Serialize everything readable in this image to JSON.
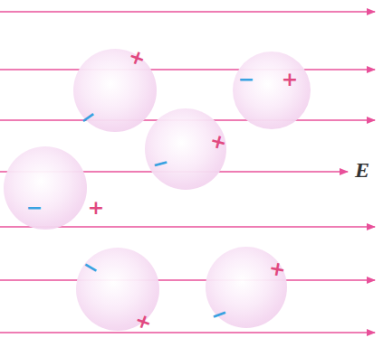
{
  "diagram": {
    "nodes": [
      {
        "text": [
          "−",
          "+"
        ]
      },
      {
        "text": [
          "−",
          "+"
        ]
      },
      {
        "text": [
          "−",
          "+"
        ]
      },
      {
        "text": [
          "−",
          "+"
        ]
      },
      {
        "text": [
          "−",
          "+"
        ]
      },
      {
        "text": [
          "−",
          "+"
        ]
      }
    ],
    "labels": [
      "E"
    ]
  }
}
